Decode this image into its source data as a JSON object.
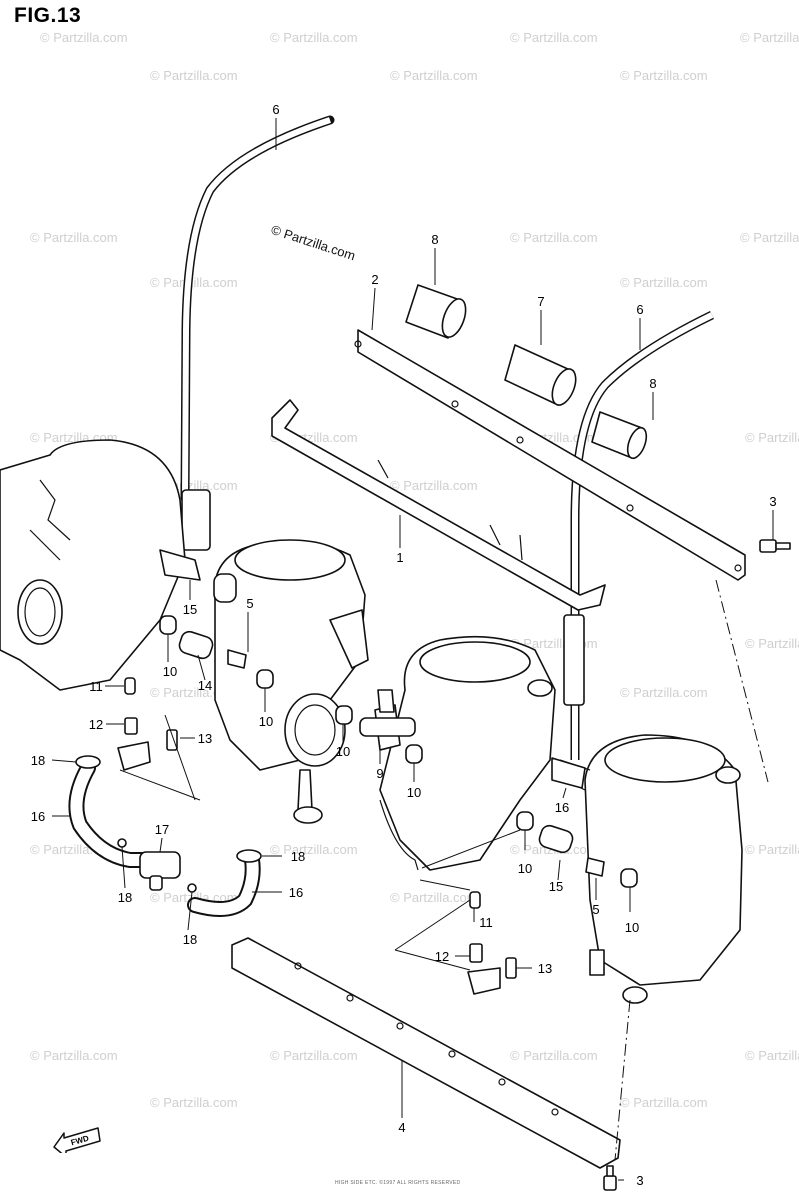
{
  "figure": {
    "title": "FIG.13",
    "credit": "© Partzilla.com",
    "watermark": "© Partzilla.com",
    "fwd_label": "FWD",
    "footer_code": "HIGH SIDE ETC. ©1997 ALL RIGHTS RESERVED"
  },
  "callouts": [
    {
      "id": "c6a",
      "label": "6"
    },
    {
      "id": "c8a",
      "label": "8"
    },
    {
      "id": "c2",
      "label": "2"
    },
    {
      "id": "c7",
      "label": "7"
    },
    {
      "id": "c6b",
      "label": "6"
    },
    {
      "id": "c8b",
      "label": "8"
    },
    {
      "id": "c3a",
      "label": "3"
    },
    {
      "id": "c1",
      "label": "1"
    },
    {
      "id": "c15a",
      "label": "15"
    },
    {
      "id": "c5a",
      "label": "5"
    },
    {
      "id": "c10a",
      "label": "10"
    },
    {
      "id": "c14",
      "label": "14"
    },
    {
      "id": "c10b",
      "label": "10"
    },
    {
      "id": "c11a",
      "label": "11"
    },
    {
      "id": "c12a",
      "label": "12"
    },
    {
      "id": "c13a",
      "label": "13"
    },
    {
      "id": "c10c",
      "label": "10"
    },
    {
      "id": "c9",
      "label": "9"
    },
    {
      "id": "c10d",
      "label": "10"
    },
    {
      "id": "c18a",
      "label": "18"
    },
    {
      "id": "c16a",
      "label": "16"
    },
    {
      "id": "c17",
      "label": "17"
    },
    {
      "id": "c18b",
      "label": "18"
    },
    {
      "id": "c18c",
      "label": "18"
    },
    {
      "id": "c16b",
      "label": "16"
    },
    {
      "id": "c18d",
      "label": "18"
    },
    {
      "id": "c16c",
      "label": "16"
    },
    {
      "id": "c10e",
      "label": "10"
    },
    {
      "id": "c15b",
      "label": "15"
    },
    {
      "id": "c5b",
      "label": "5"
    },
    {
      "id": "c10f",
      "label": "10"
    },
    {
      "id": "c11b",
      "label": "11"
    },
    {
      "id": "c12b",
      "label": "12"
    },
    {
      "id": "c13b",
      "label": "13"
    },
    {
      "id": "c4",
      "label": "4"
    },
    {
      "id": "c3b",
      "label": "3"
    }
  ]
}
